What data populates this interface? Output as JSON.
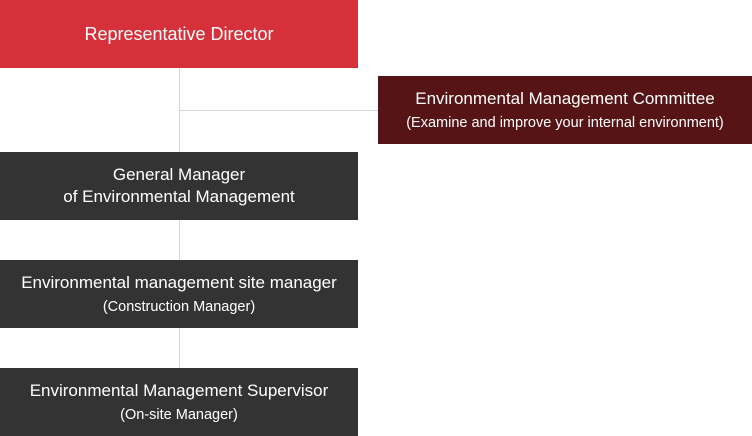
{
  "colors": {
    "director": "#d6313a",
    "committee": "#561416",
    "dark": "#333333",
    "line": "#d6d6d6"
  },
  "director": {
    "title": "Representative Director"
  },
  "committee": {
    "title": "Environmental Management Committee",
    "subtitle": "(Examine and improve your internal environment)"
  },
  "general_manager": {
    "line1": "General Manager",
    "line2": "of Environmental Management"
  },
  "site_manager": {
    "title": "Environmental management site manager",
    "subtitle": "(Construction Manager)"
  },
  "supervisor": {
    "title": "Environmental Management Supervisor",
    "subtitle": "(On-site Manager)"
  }
}
